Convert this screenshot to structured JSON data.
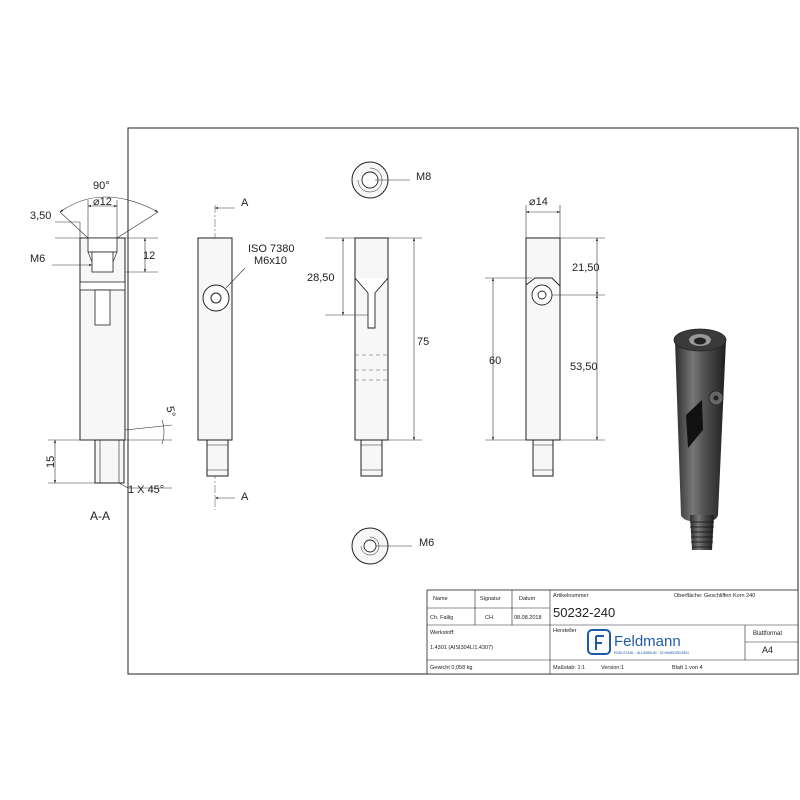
{
  "section": {
    "angle_label": "90°",
    "head_diameter": "⌀12",
    "counterbore": "3,50",
    "thread_label": "M6",
    "height_12": "12",
    "angle_5": "5°",
    "pin_length": "15",
    "chamfer": "1 X 45°",
    "caption": "A-A"
  },
  "front": {
    "cut_marker_top": "A",
    "cut_marker_bottom": "A",
    "screw_line1": "ISO 7380",
    "screw_line2": "M6x10"
  },
  "side": {
    "slot_depth": "28,50",
    "length": "75",
    "top_thread": "M8",
    "bottom_thread": "M6"
  },
  "right": {
    "diameter": "⌀14",
    "top_offset": "21,50",
    "height_60": "60",
    "height_5350": "53,50"
  },
  "title_block": {
    "col_name": "Name",
    "col_signatur": "Signatur",
    "col_datum": "Datum",
    "name_value": "Ch. Fallig",
    "signatur_value": "CH",
    "datum_value": "08.08.2018",
    "artikelnummer_label": "Artikelnummer",
    "oberflache_label": "Oberfläche:",
    "oberflache_value": "Geschliffen Korn 240",
    "article_number": "50232-240",
    "hersteller_label": "Hersteller",
    "werkstoff_label": "Werkstoff:",
    "werkstoff_value": "1.4301 (AISI304L/1.4307)",
    "gewicht": "Gewicht 0,058 kg",
    "blattformat_label": "Blattformat",
    "blattformat_value": "A4",
    "massstab": "Maßstab: 1:1",
    "version": "Version:1",
    "blatt": "Blatt 1 von 4",
    "logo_text": "Feldmann",
    "logo_subtext": "EDELSTAHL · ALUMINIUM · SCHMIEDEEISEN"
  }
}
